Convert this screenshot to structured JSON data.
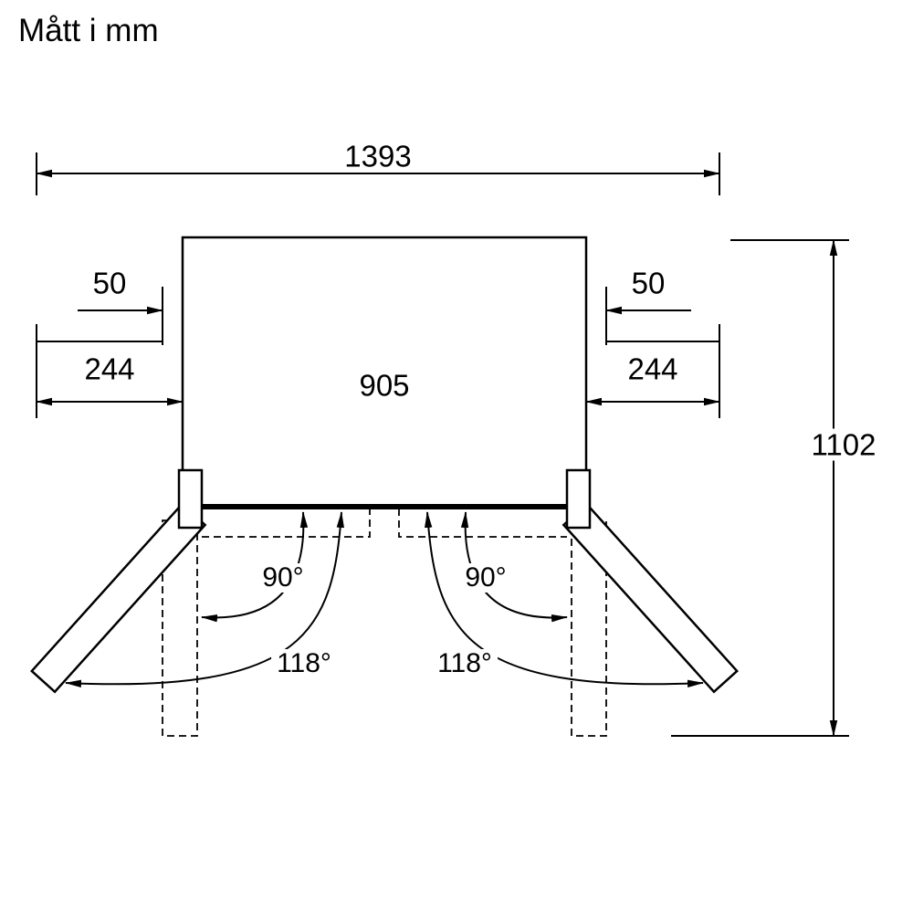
{
  "title": "Mått i mm",
  "dimensions": {
    "width_total": "1393",
    "width_body": "905",
    "side_left": "244",
    "side_right": "244",
    "gap_left": "50",
    "gap_right": "50",
    "depth_total": "1102"
  },
  "angles": {
    "open_90_left": "90°",
    "open_90_right": "90°",
    "open_118_left": "118°",
    "open_118_right": "118°"
  },
  "colors": {
    "line": "#000000",
    "background": "#ffffff"
  }
}
